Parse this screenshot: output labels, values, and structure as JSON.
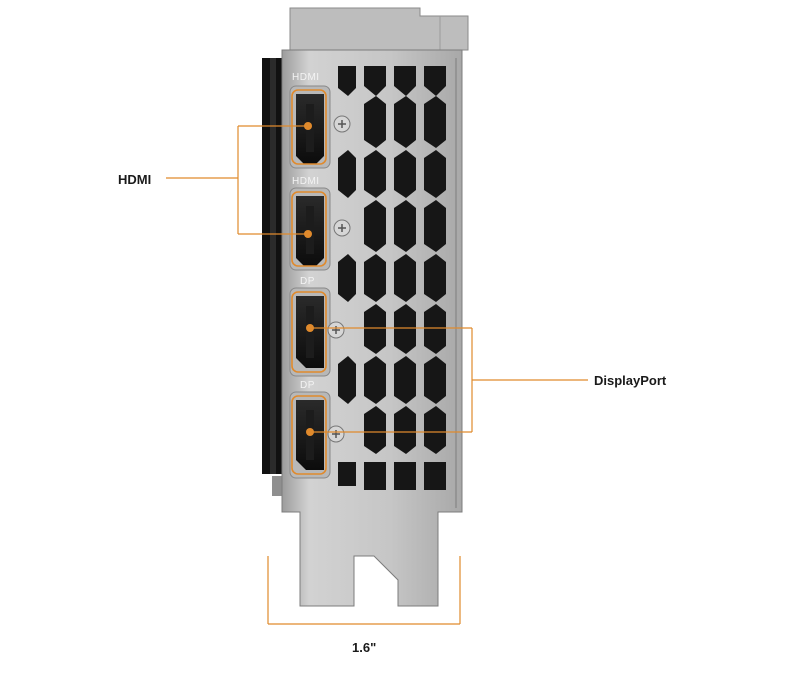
{
  "callouts": {
    "hdmi": "HDMI",
    "displayport": "DisplayPort",
    "bracket_width": "1.6\""
  },
  "port_markings": {
    "hdmi_1": "HDMI",
    "hdmi_2": "HDMI",
    "dp_1": "DP",
    "dp_2": "DP"
  },
  "colors": {
    "accent_orange": "#e08a2c",
    "bracket_gray": "#c4c4c4",
    "heatsink_black": "#141414"
  },
  "icons": {
    "screw": "screw-icon"
  }
}
